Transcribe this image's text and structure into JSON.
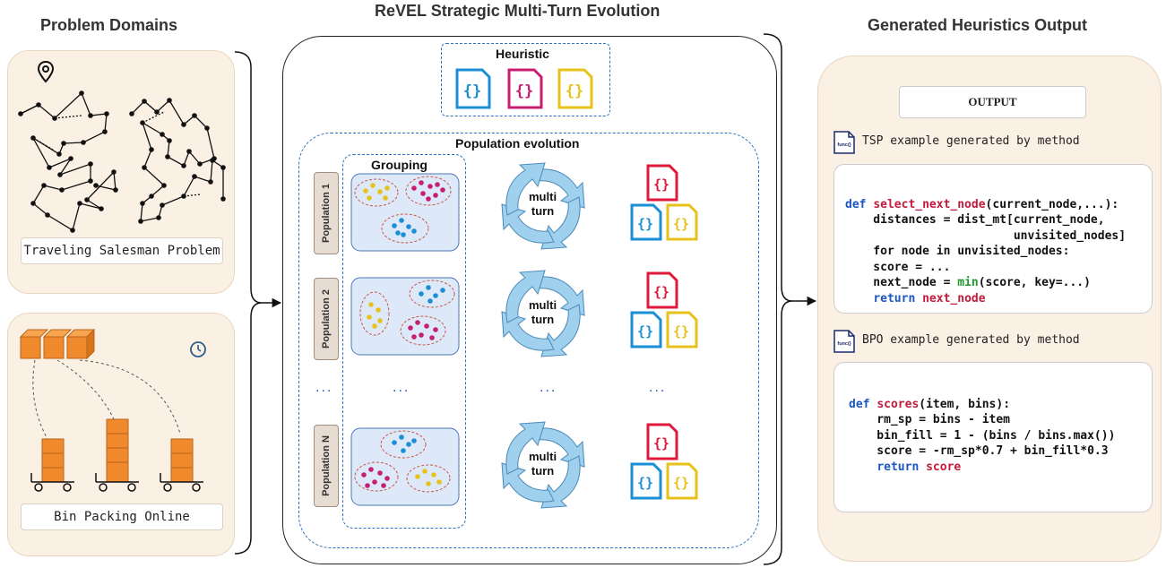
{
  "titles": {
    "left": "Problem Domains",
    "middle": "ReVEL Strategic Multi-Turn Evolution",
    "right": "Generated Heuristics Output"
  },
  "left": {
    "tsp_label": "Traveling Salesman Problem",
    "bpo_label": "Bin Packing Online"
  },
  "middle": {
    "heuristic_label": "Heuristic",
    "population_evolution_label": "Population evolution",
    "grouping_label": "Grouping",
    "populations": [
      "Population 1",
      "Population 2",
      "Population N"
    ],
    "multi_turn_label": [
      "multi",
      "turn"
    ],
    "ellipsis": "..."
  },
  "right": {
    "output_label": "OUTPUT",
    "func_icon_text": "func()",
    "tsp_caption": "TSP example generated by method",
    "bpo_caption": "BPO example generated by method",
    "tsp_code": [
      "def select_next_node(current_node,...):",
      "    distances = dist_mt[current_node,",
      "                        unvisited_nodes]",
      "    for node in unvisited_nodes:",
      "    score = ...",
      "    next_node = min(score, key=...)",
      "    return next_node"
    ],
    "bpo_code": [
      "def scores(item, bins):",
      "    rm_sp = bins - item",
      "    bin_fill = 1 - (bins / bins.max())",
      "    score = -rm_sp*0.7 + bin_fill*0.3",
      "    return score"
    ]
  },
  "colors": {
    "blue": "#1b8fd6",
    "red": "#e0193a",
    "magenta": "#c81e72",
    "yellow": "#e6c21a",
    "panel": "#faf0e4",
    "group_fill": "#dde9f8",
    "arrow_blue": "#9fd1ee",
    "keyword": "#1a57c2",
    "function": "#c41a3a",
    "builtin": "#1e9b2b"
  }
}
